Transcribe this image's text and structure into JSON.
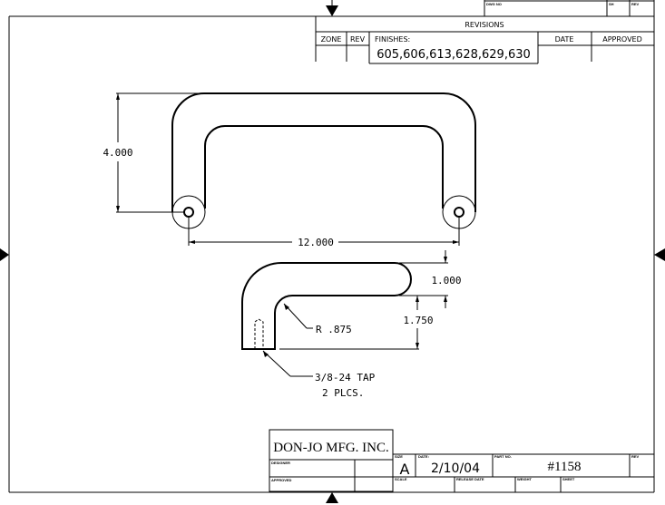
{
  "top_block": {
    "dwg_no_label": "DWG NO",
    "sh_label": "SH",
    "rev_label": "REV"
  },
  "revisions": {
    "title": "REVISIONS",
    "columns": {
      "zone": "ZONE",
      "rev": "REV",
      "finishes": "FINISHES:",
      "date": "DATE",
      "approved": "APPROVED"
    },
    "finishes_value": "605,606,613,628,629,630"
  },
  "drawing": {
    "dim_height": "4.000",
    "dim_width": "12.000",
    "dim_thickness": "1.000",
    "dim_offset": "1.750",
    "radius_note": "R .875",
    "tap_note_line1": "3/8-24 TAP",
    "tap_note_line2": "2 PLCS."
  },
  "title_block": {
    "company": "DON-JO MFG. INC.",
    "designer_label": "DESIGNER",
    "approved_label": "APPROVED",
    "size_label": "SIZE",
    "size_value": "A",
    "date_label": "DATE:",
    "date_value": "2/10/04",
    "part_no_label": "PART NO.",
    "part_no_value": "#1158",
    "rev_label": "REV",
    "scale_label": "SCALE",
    "release_date_label": "RELEASE DATE",
    "weight_label": "WEIGHT",
    "sheet_label": "SHEET"
  }
}
